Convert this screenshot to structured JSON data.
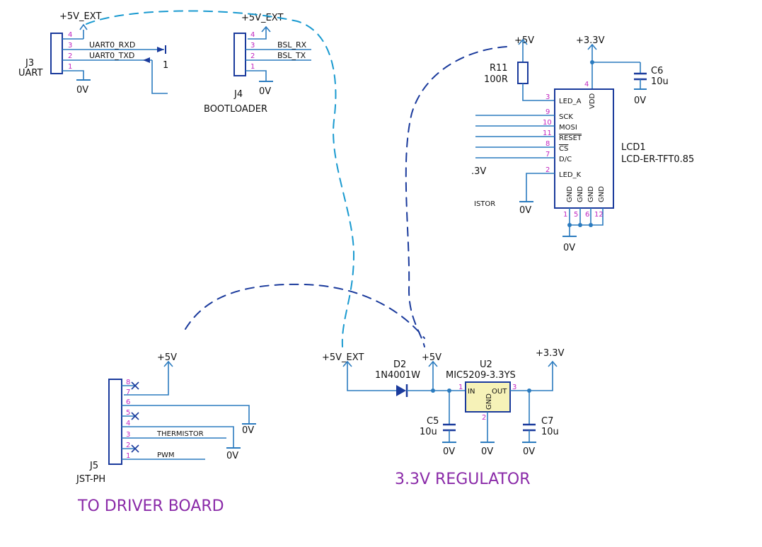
{
  "connectors": {
    "j3": {
      "ref": "J3",
      "name": "UART",
      "supply": "+5V_EXT",
      "gnd": "0V",
      "pins": [
        "4",
        "3",
        "2",
        "1"
      ],
      "sig_rxd": "UART0_RXD",
      "sig_txd": "UART0_TXD",
      "net_frag": "1"
    },
    "j4": {
      "ref": "J4",
      "name": "BOOTLOADER",
      "supply": "+5V_EXT",
      "gnd": "0V",
      "pins": [
        "4",
        "3",
        "2",
        "1"
      ],
      "sig_rx": "BSL_RX",
      "sig_tx": "BSL_TX"
    },
    "j5": {
      "ref": "J5",
      "name": "JST-PH",
      "supply": "+5V",
      "gnd_a": "0V",
      "gnd_b": "0V",
      "pins": [
        "8",
        "7",
        "6",
        "5",
        "4",
        "3",
        "2",
        "1"
      ],
      "sig_therm": "THERMISTOR",
      "sig_pwm": "PWM"
    }
  },
  "lcd": {
    "ref": "LCD1",
    "part": "LCD-ER-TFT0.85",
    "r_ref": "R11",
    "r_val": "100R",
    "r_supply": "+5V",
    "vdd_supply": "+3.3V",
    "c_ref": "C6",
    "c_val": "10u",
    "c_gnd": "0V",
    "pin_led_a": "LED_A",
    "pin_sck": "SCK",
    "pin_mosi": "MOSI",
    "pin_reset": "RESET",
    "pin_cs": "CS",
    "pin_dc": "D/C",
    "pin_led_k": "LED_K",
    "pin_vdd": "VDD",
    "pin_gnd": "GND",
    "n_led_a": "3",
    "n_sck": "9",
    "n_mosi": "10",
    "n_reset": "11",
    "n_cs": "8",
    "n_dc": "7",
    "n_led_k": "2",
    "n_vdd": "4",
    "n_g1": "1",
    "n_g2": "5",
    "n_g3": "6",
    "n_g4": "12",
    "frag_33": ".3V",
    "frag_istor": "ISTOR",
    "ledk_gnd": "0V",
    "gnd": "0V"
  },
  "regulator": {
    "in_supply": "+5V_EXT",
    "d_ref": "D2",
    "d_part": "1N4001W",
    "mid_supply": "+5V",
    "u_ref": "U2",
    "u_part": "MIC5209-3.3YS",
    "pin_in": "IN",
    "pin_out": "OUT",
    "pin_gnd": "GND",
    "n_in": "1",
    "n_gnd": "2",
    "n_out": "3",
    "out_supply": "+3.3V",
    "c5_ref": "C5",
    "c5_val": "10u",
    "c7_ref": "C7",
    "c7_val": "10u",
    "gnd1": "0V",
    "gnd2": "0V",
    "gnd3": "0V"
  },
  "titles": {
    "regulator": "3.3V REGULATOR",
    "driver": "TO DRIVER BOARD"
  },
  "colors": {
    "wire": "#2b7bbf",
    "outline": "#1a3a9c",
    "pin_number": "#c026c0",
    "title": "#8a2aa8",
    "annotation_cyan": "#1a9ad0"
  }
}
